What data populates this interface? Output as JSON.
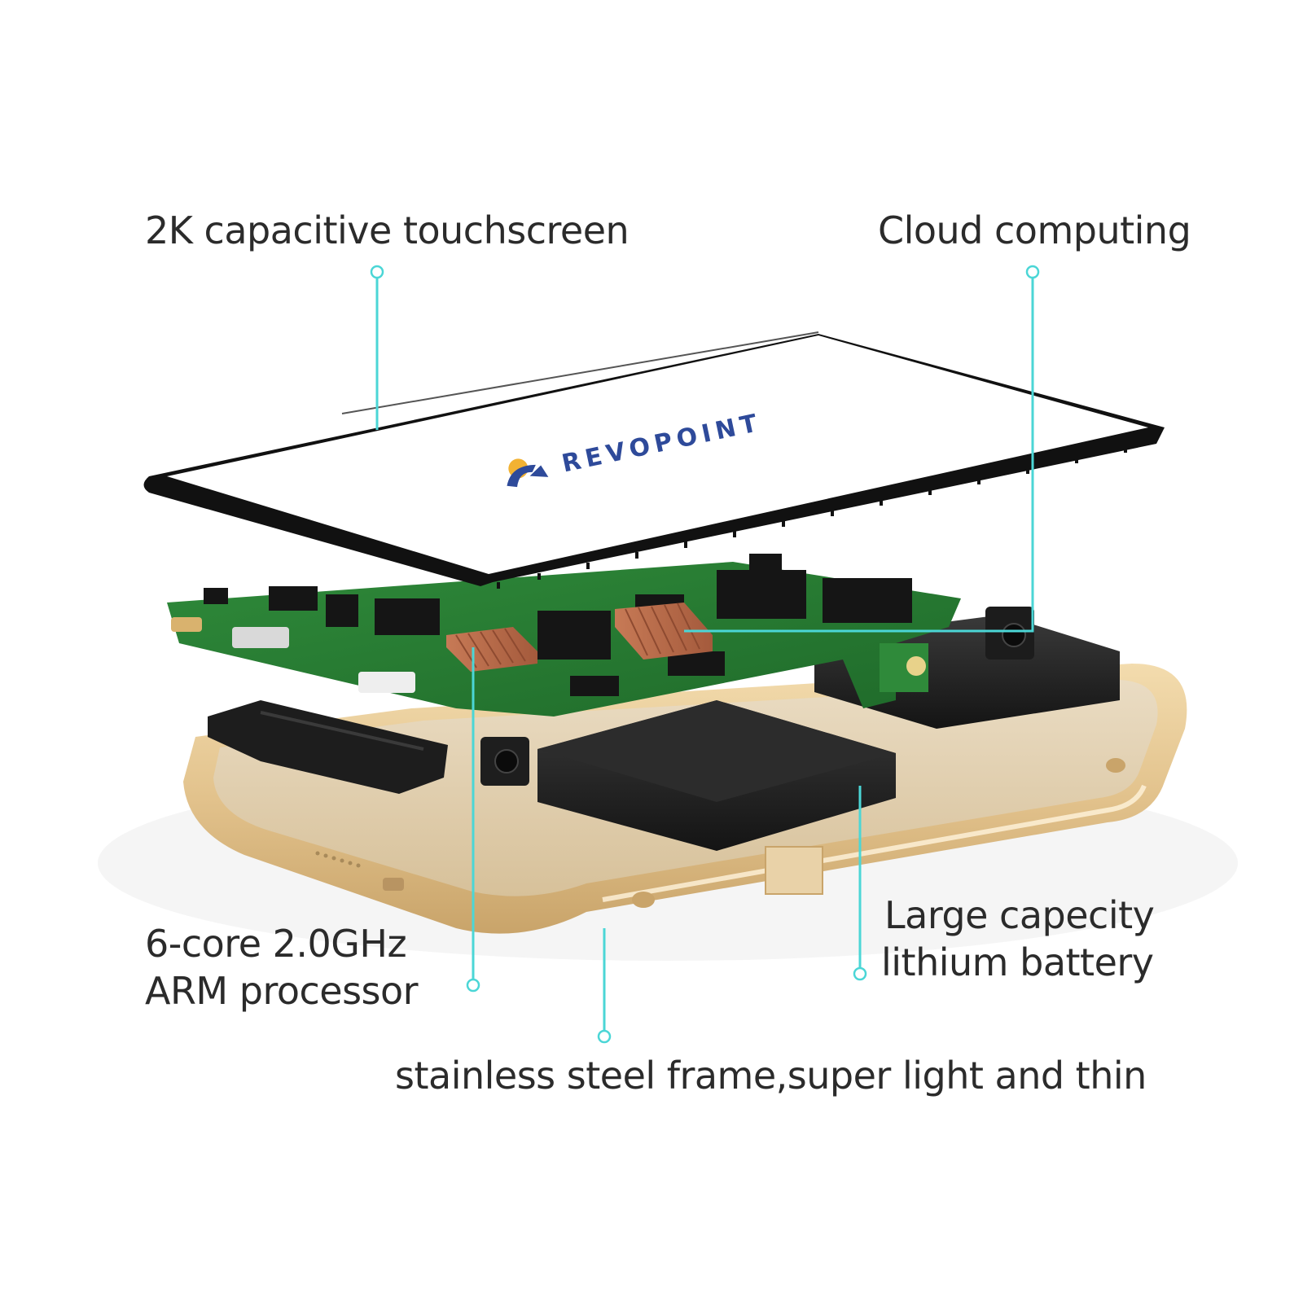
{
  "brand": {
    "logo_text": "REVOPOINT",
    "accent_color": "#4bd6d6",
    "frame_color": "#e3c48f"
  },
  "callouts": {
    "touchscreen": {
      "label": "2K capacitive touchscreen"
    },
    "cloud": {
      "label": "Cloud computing"
    },
    "processor": {
      "line1": "6-core 2.0GHz",
      "line2": "ARM processor"
    },
    "battery": {
      "line1": "Large capecity",
      "line2": "lithium battery"
    },
    "frame": {
      "label": "stainless steel frame,super light and thin"
    }
  }
}
